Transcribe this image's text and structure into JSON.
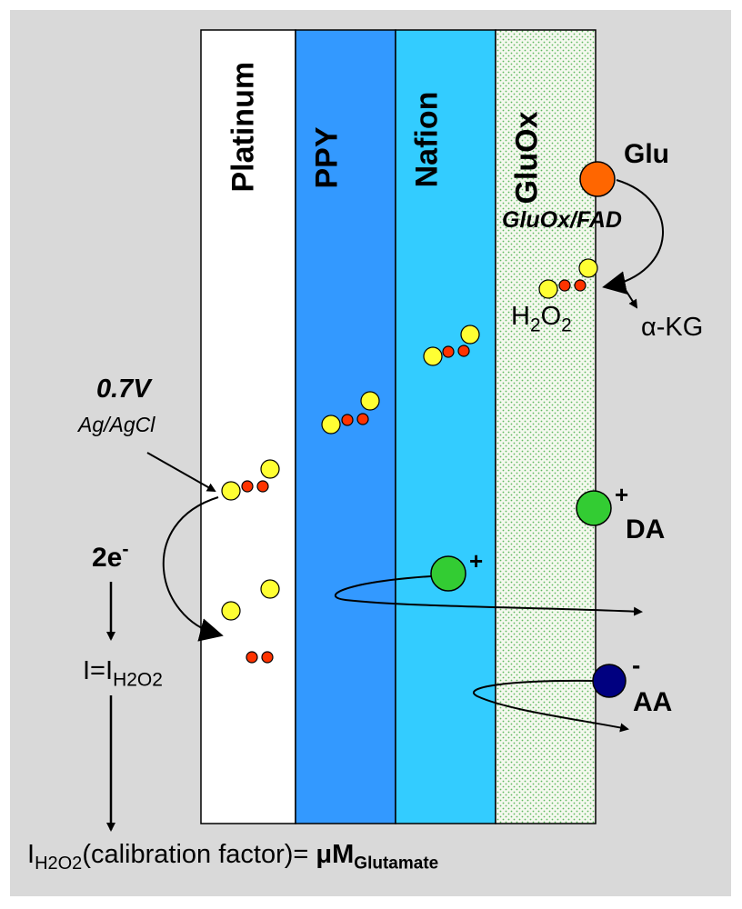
{
  "layers": {
    "platinum": "Platinum",
    "ppy": "PPY",
    "nafion": "Nafion",
    "gluox": "GluOx"
  },
  "labels": {
    "glu": "Glu",
    "gluox_fad": "GluOx/FAD",
    "h2o2_h": "H",
    "h2o2_2a": "2",
    "h2o2_o": "O",
    "h2o2_2b": "2",
    "akg": "α-KG",
    "voltage": "0.7V",
    "reference": "Ag/AgCl",
    "electrons": "2e",
    "electrons_sup": "-",
    "current_lhs": "I=I",
    "current_sub": "H2O2",
    "plus_da": "+",
    "da": "DA",
    "plus_mid": "+",
    "minus_aa": "-",
    "aa": "AA",
    "formula_i": "I",
    "formula_sub": "H2O2",
    "formula_rest": "(calibration factor)= ",
    "formula_um": "μM",
    "formula_um_sub": "Glutamate"
  },
  "colors": {
    "background": "#d9d9d9",
    "platinum": "#ffffff",
    "ppy": "#3399ff",
    "nafion": "#33ccff",
    "gluox": "#f2f7ec",
    "gluox_dots": "#5fb85f",
    "yellow": "#ffff33",
    "red": "#ff3300",
    "glu": "#ff6600",
    "cation": "#33cc33",
    "anion": "#000080"
  }
}
